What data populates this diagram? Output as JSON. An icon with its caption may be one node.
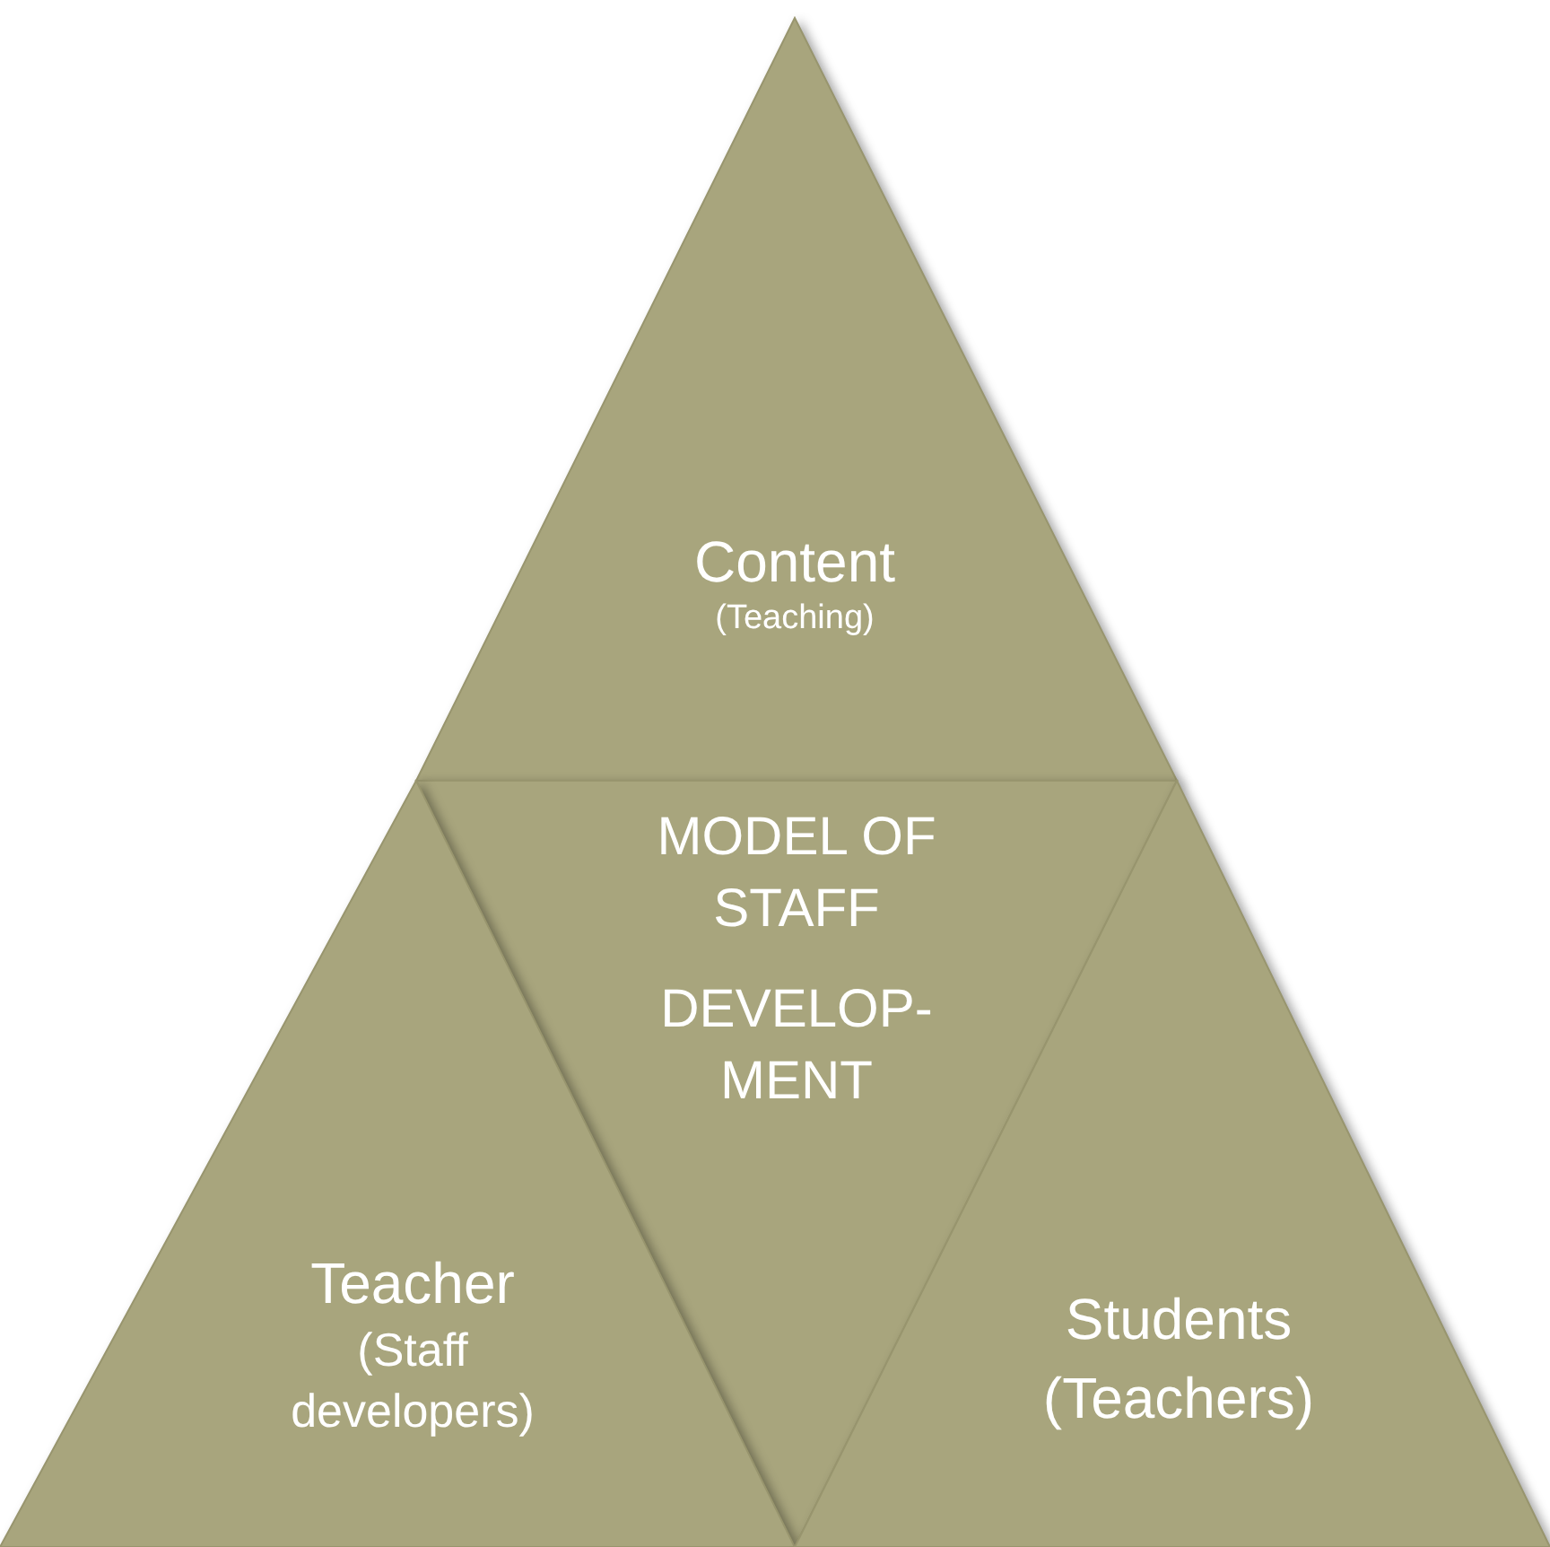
{
  "diagram": {
    "nodes": [
      {
        "text": [
          "Content",
          "(Teaching)"
        ]
      },
      {
        "text": [
          "MODEL OF STAFF",
          "DEVELOP- MENT"
        ]
      },
      {
        "text": [
          "Teacher",
          "(Staff developers)"
        ]
      },
      {
        "text": [
          "Students",
          "(Teachers)"
        ]
      }
    ]
  }
}
